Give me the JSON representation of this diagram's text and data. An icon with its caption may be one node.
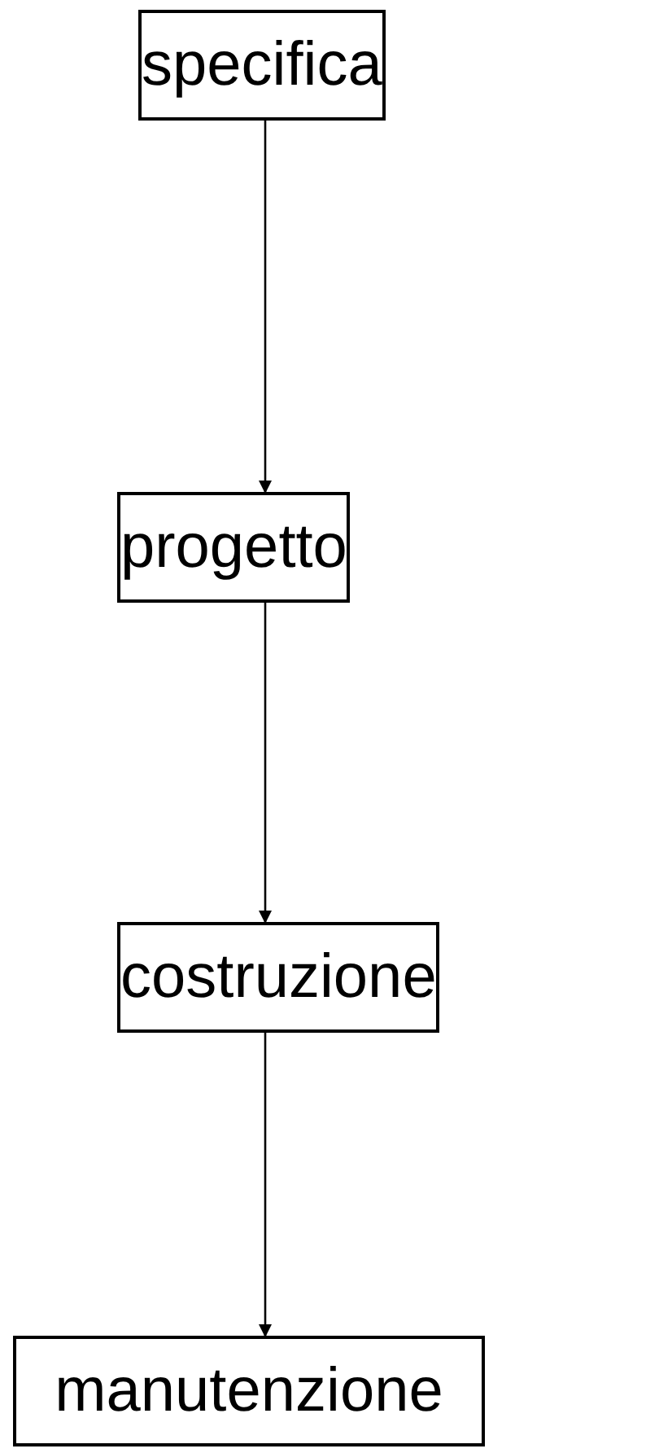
{
  "diagram": {
    "nodes": [
      {
        "text": [
          "specifica"
        ]
      },
      {
        "text": [
          "progetto"
        ]
      },
      {
        "text": [
          "costruzione"
        ]
      },
      {
        "text": [
          "manutenzione"
        ]
      }
    ],
    "edges": [
      {
        "from": 0,
        "to": 1,
        "arrow": "to"
      },
      {
        "from": 1,
        "to": 2,
        "arrow": "to"
      },
      {
        "from": 2,
        "to": 3,
        "arrow": "to"
      }
    ]
  }
}
